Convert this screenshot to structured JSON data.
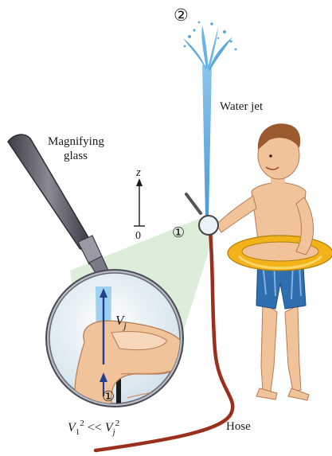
{
  "labels": {
    "point2": "②",
    "point1_main": "①",
    "point1_zoom": "①",
    "water_jet": "Water jet",
    "magnifying_glass_line1": "Magnifying",
    "magnifying_glass_line2": "glass",
    "axis_z": "z",
    "axis_zero": "0",
    "vj_base": "V",
    "vj_sub": "j",
    "hose": "Hose",
    "eq_v1": "V",
    "eq_v1_sub": "1",
    "eq_v1_sup": "2",
    "eq_op": " << ",
    "eq_vj": "V",
    "eq_vj_sub": "j",
    "eq_vj_sup": "2"
  },
  "colors": {
    "water": "#5aa8dc",
    "water_light": "#cfe6f6",
    "hose": "#9b2f1e",
    "skin": "#f1c39a",
    "skin_shade": "#d9956b",
    "shorts": "#2f6fb0",
    "float_ring": "#f3b21a",
    "lens_fill": "#dcecf4",
    "magnify_cone": "#cfe6cf",
    "handle": "#6e6e78",
    "arrow": "#1f3f8f"
  },
  "icons": {
    "magnifier": "magnifying-glass-icon",
    "boy": "boy-figure",
    "hose": "garden-hose",
    "jet": "water-jet"
  }
}
